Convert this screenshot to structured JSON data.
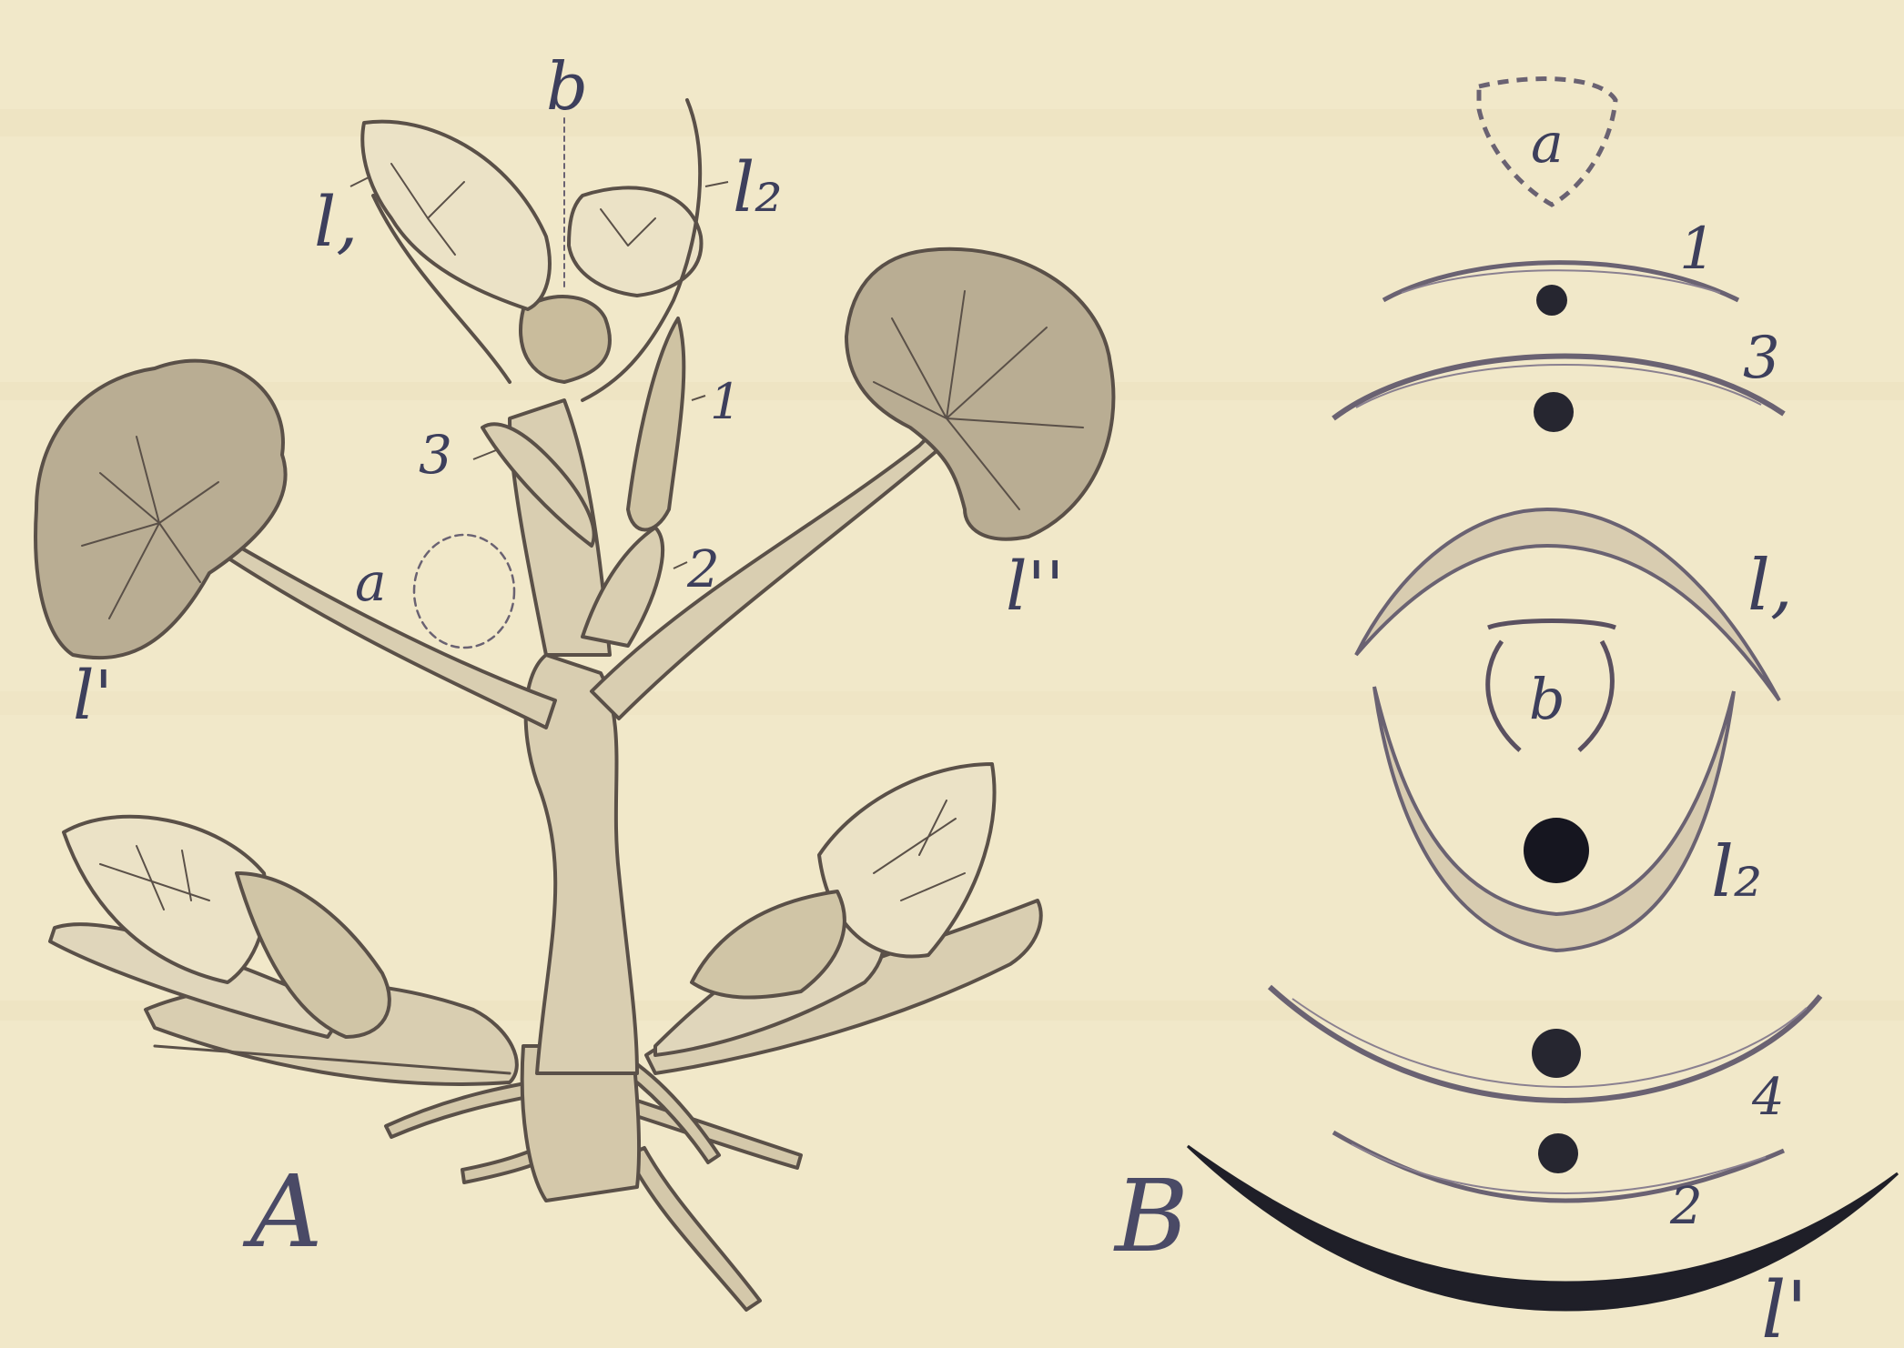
{
  "colors": {
    "paper": "#f1e8c9",
    "ink": "#3d3f5c",
    "leaf_fill": "#b9ad93",
    "leaf_light": "#e8dfc2",
    "stem_fill": "#d4c8aa",
    "stem_line": "#5a5048"
  },
  "panel_a": {
    "label": "A",
    "labels": {
      "b": "b",
      "l1": "l,",
      "l2": "l₂",
      "n1": "1",
      "n2": "2",
      "n3": "3",
      "a": "a",
      "lp": "l'",
      "lpp": "l''"
    }
  },
  "panel_b": {
    "label": "B",
    "labels": {
      "a": "a",
      "b": "b",
      "n1": "1",
      "n3": "3",
      "l1": "l,",
      "l2": "l₂",
      "n4": "4",
      "n2": "2",
      "lp": "l'"
    }
  }
}
